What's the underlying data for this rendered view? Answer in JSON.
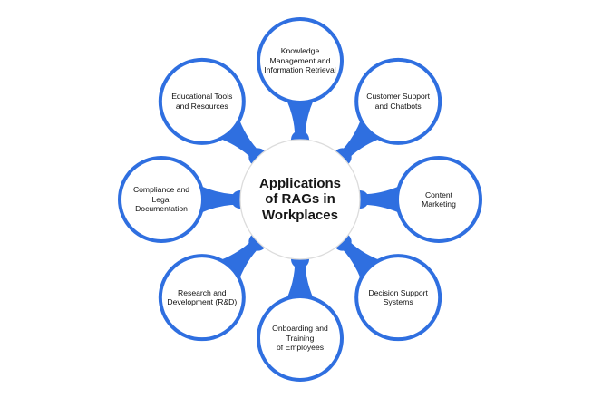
{
  "diagram": {
    "center_label": "Applications\nof RAGs in\nWorkplaces",
    "nodes": [
      {
        "label": "Knowledge\nManagement and\nInformation Retrieval"
      },
      {
        "label": "Customer Support\nand Chatbots"
      },
      {
        "label": "Content\nMarketing"
      },
      {
        "label": "Decision Support\nSystems"
      },
      {
        "label": "Onboarding and\nTraining\nof Employees"
      },
      {
        "label": "Research and\nDevelopment (R&D)"
      },
      {
        "label": "Compliance and\nLegal\nDocumentation"
      },
      {
        "label": "Educational Tools\nand Resources"
      }
    ]
  },
  "colors": {
    "accent": "#2f6fe0",
    "ring": "#dcdcdc",
    "node_fill": "#ffffff",
    "text": "#111111"
  }
}
